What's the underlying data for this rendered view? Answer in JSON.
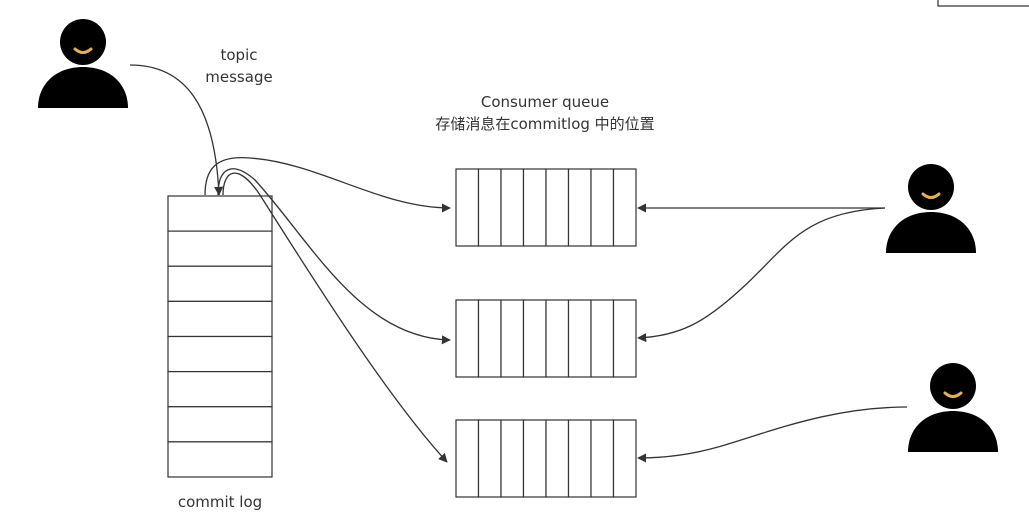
{
  "labels": {
    "topic_line1": "topic",
    "topic_line2": "message",
    "consumer_queue_line1": "Consumer queue",
    "consumer_queue_line2": "存储消息在commitlog 中的位置",
    "commit_log": "commit log"
  },
  "commit_log": {
    "row_count": 8
  },
  "consumer_queues": [
    {
      "cell_count": 8
    },
    {
      "cell_count": 8
    },
    {
      "cell_count": 8
    }
  ],
  "actors": [
    {
      "role": "producer",
      "icon": "person-icon"
    },
    {
      "role": "consumer",
      "icon": "person-icon"
    },
    {
      "role": "consumer",
      "icon": "person-icon"
    }
  ],
  "colors": {
    "stroke": "#333333",
    "figure": "#000000",
    "smile": "#e8b04a"
  }
}
